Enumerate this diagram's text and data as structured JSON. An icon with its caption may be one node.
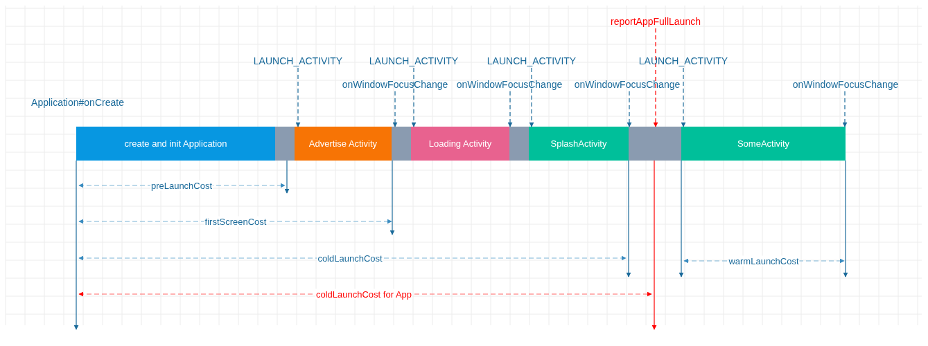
{
  "diagram": {
    "nodes": [
      {
        "text": [
          "reportAppFullLaunch"
        ]
      },
      {
        "text": [
          "LAUNCH_ACTIVITY"
        ]
      },
      {
        "text": [
          "LAUNCH_ACTIVITY"
        ]
      },
      {
        "text": [
          "LAUNCH_ACTIVITY"
        ]
      },
      {
        "text": [
          "LAUNCH_ACTIVITY"
        ]
      },
      {
        "text": [
          "onWindowFocusChange"
        ]
      },
      {
        "text": [
          "onWindowFocusChange"
        ]
      },
      {
        "text": [
          "onWindowFocusChange"
        ]
      },
      {
        "text": [
          "onWindowFocusChange"
        ]
      },
      {
        "text": [
          "create and init Application"
        ]
      },
      {
        "text": [],
        "shape": "bar"
      },
      {
        "text": [
          "Advertise Activity"
        ]
      },
      {
        "text": [],
        "shape": "bar"
      },
      {
        "text": [
          "Loading Activity"
        ]
      },
      {
        "text": [],
        "shape": "bar"
      },
      {
        "text": [
          "SplashActivity"
        ]
      },
      {
        "text": [],
        "shape": "bar"
      },
      {
        "text": [
          "SomeActivity"
        ]
      }
    ],
    "edges": [
      {
        "from": 1,
        "to": 11,
        "arrow": "to",
        "style": "dashed"
      },
      {
        "from": 5,
        "to": 12,
        "arrow": "to",
        "style": "dashed"
      },
      {
        "from": 2,
        "to": 13,
        "arrow": "to",
        "style": "dashed"
      },
      {
        "from": 6,
        "to": 14,
        "arrow": "to",
        "style": "dashed"
      },
      {
        "from": 3,
        "to": 15,
        "arrow": "to",
        "style": "dashed"
      },
      {
        "from": 7,
        "to": 16,
        "arrow": "to",
        "style": "dashed"
      },
      {
        "from": 0,
        "to": 16,
        "arrow": "to",
        "style": "dashed",
        "color": "#ff0000"
      },
      {
        "from": 4,
        "to": 17,
        "arrow": "to",
        "style": "dashed"
      },
      {
        "from": 8,
        "to": 17,
        "arrow": "to",
        "style": "dashed"
      }
    ],
    "labels": [
      "Application#onCreate",
      "preLaunchCost",
      "firstScreenCost",
      "coldLaunchCost",
      "warmLaunchCost",
      "coldLaunchCost for App"
    ]
  }
}
